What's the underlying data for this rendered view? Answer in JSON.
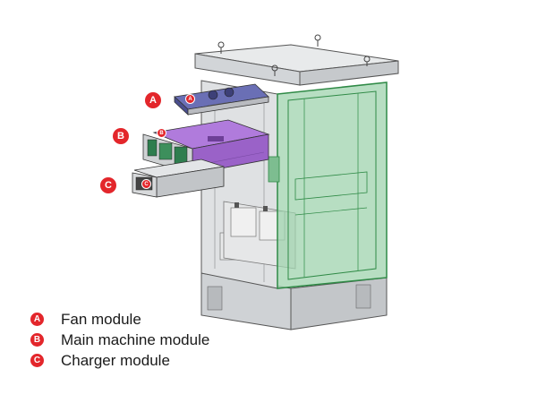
{
  "colors": {
    "badge": "#e3262b",
    "cabinet_frame": "#d3d6d8",
    "cabinet_glass": "#8ecb9f",
    "cabinet_edge": "#2f8a46",
    "fan_module": "#5b5fa6",
    "main_module": "#a36bd1",
    "charger_module": "#c9cdd0"
  },
  "legend": [
    {
      "letter": "A",
      "label": "Fan module"
    },
    {
      "letter": "B",
      "label": "Main machine module"
    },
    {
      "letter": "C",
      "label": "Charger module"
    }
  ]
}
